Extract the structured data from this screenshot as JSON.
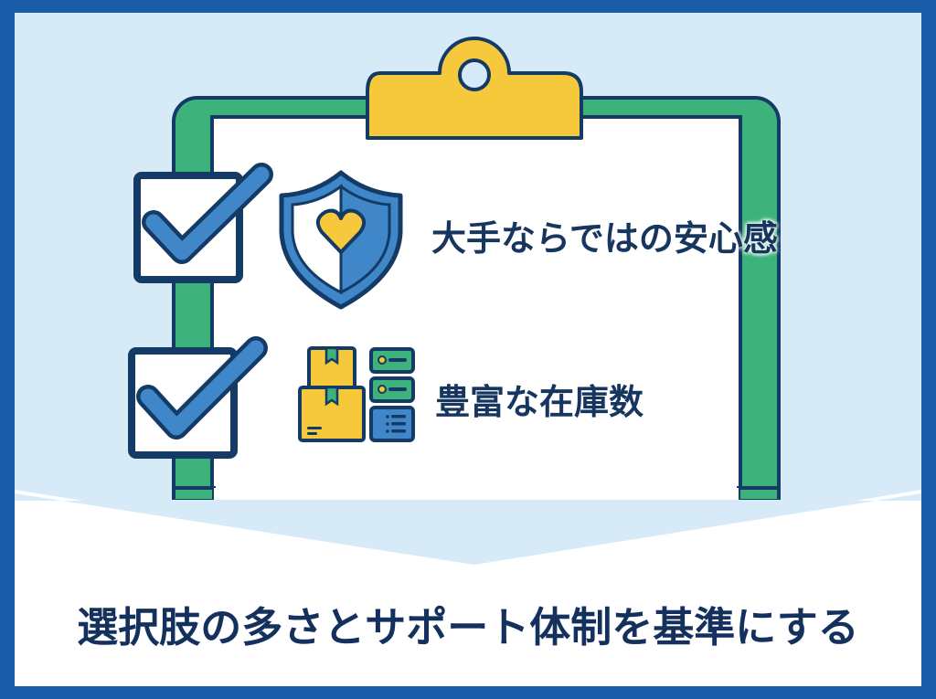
{
  "colors": {
    "outer_border": "#1a5ca8",
    "background": "#d6eaf8",
    "clipboard_frame": "#3db27a",
    "clip": "#f6c83c",
    "outline": "#143a66",
    "accent_blue": "#3f87c9",
    "text": "#17365f"
  },
  "clipboard": {
    "items": [
      {
        "label": "大手ならではの安心感",
        "checked": true,
        "icon": "shield-heart-icon"
      },
      {
        "label": "豊富な在庫数",
        "checked": true,
        "icon": "boxes-and-inventory-icon"
      }
    ]
  },
  "headline": "選択肢の多さとサポート体制を基準にする"
}
